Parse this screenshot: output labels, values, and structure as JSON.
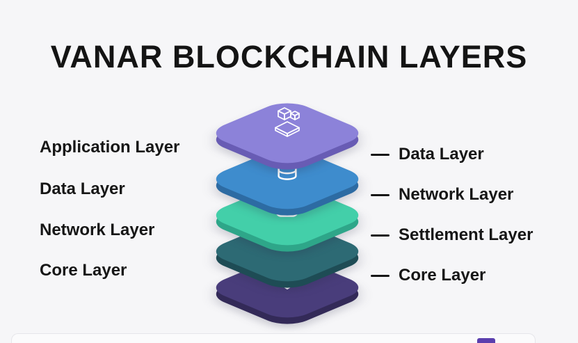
{
  "title": "VANAR BLOCKCHAIN LAYERS",
  "left_labels": [
    "Application Layer",
    "Data Layer",
    "Network Layer",
    "Core Layer"
  ],
  "right_labels": [
    "Data Layer",
    "Network Layer",
    "Settlement Layer",
    "Core Layer"
  ],
  "layers": [
    {
      "icon": "application-blocks-icon",
      "face": "#8c82d9",
      "edge": "#685cb4"
    },
    {
      "icon": "database-icon",
      "face": "#3e8ccd",
      "edge": "#2d6ba3"
    },
    {
      "icon": "cloud-icon",
      "face": "#43cfa9",
      "edge": "#2ea689"
    },
    {
      "icon": "cubes-icon",
      "face": "#2d6a74",
      "edge": "#1e4c55"
    },
    {
      "icon": "diamond-layer-icon",
      "face": "#493d7b",
      "edge": "#332a58"
    }
  ],
  "colors": {
    "background": "#f6f6f8",
    "text": "#141414",
    "bottom_accent": "#5b3fae"
  }
}
